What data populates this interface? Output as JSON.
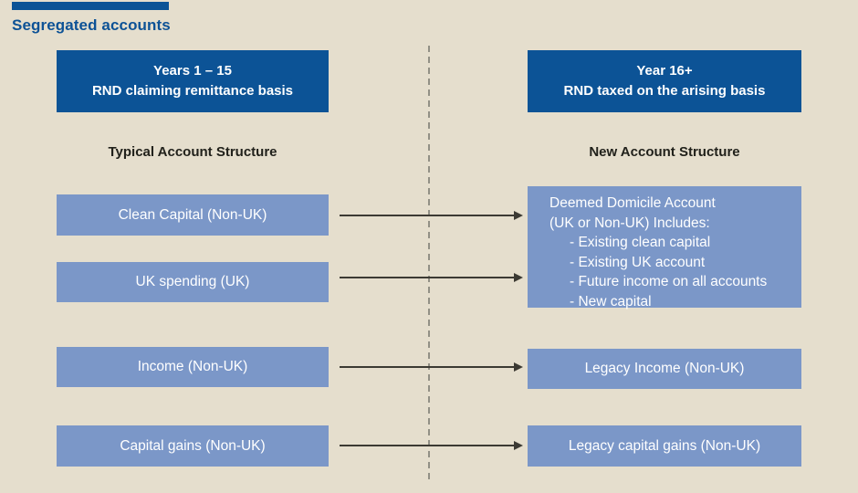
{
  "page": {
    "title": "Segregated accounts"
  },
  "colors": {
    "background": "#e5decd",
    "dark_blue": "#0c5396",
    "light_blue": "#7b97c8",
    "title_text": "#0d5296",
    "label_text": "#21211b",
    "box_text": "#ffffff",
    "arrow": "#3c3a33",
    "dashed_divider": "#929085"
  },
  "left_column": {
    "header": {
      "line1": "Years 1 – 15",
      "line2": "RND claiming remittance basis"
    },
    "label": "Typical Account Structure",
    "boxes": [
      "Clean Capital (Non-UK)",
      "UK spending (UK)",
      "Income (Non-UK)",
      "Capital gains (Non-UK)"
    ]
  },
  "right_column": {
    "header": {
      "line1": "Year 16+",
      "line2": "RND taxed on the arising basis"
    },
    "label": "New Account Structure",
    "deemed_box": {
      "line1": "Deemed Domicile Account",
      "line2": "(UK or Non-UK) Includes:",
      "bullets": [
        "- Existing clean capital",
        "- Existing UK account",
        "- Future income on all accounts",
        "- New capital"
      ]
    },
    "boxes": [
      "Legacy Income (Non-UK)",
      "Legacy capital gains (Non-UK)"
    ]
  }
}
